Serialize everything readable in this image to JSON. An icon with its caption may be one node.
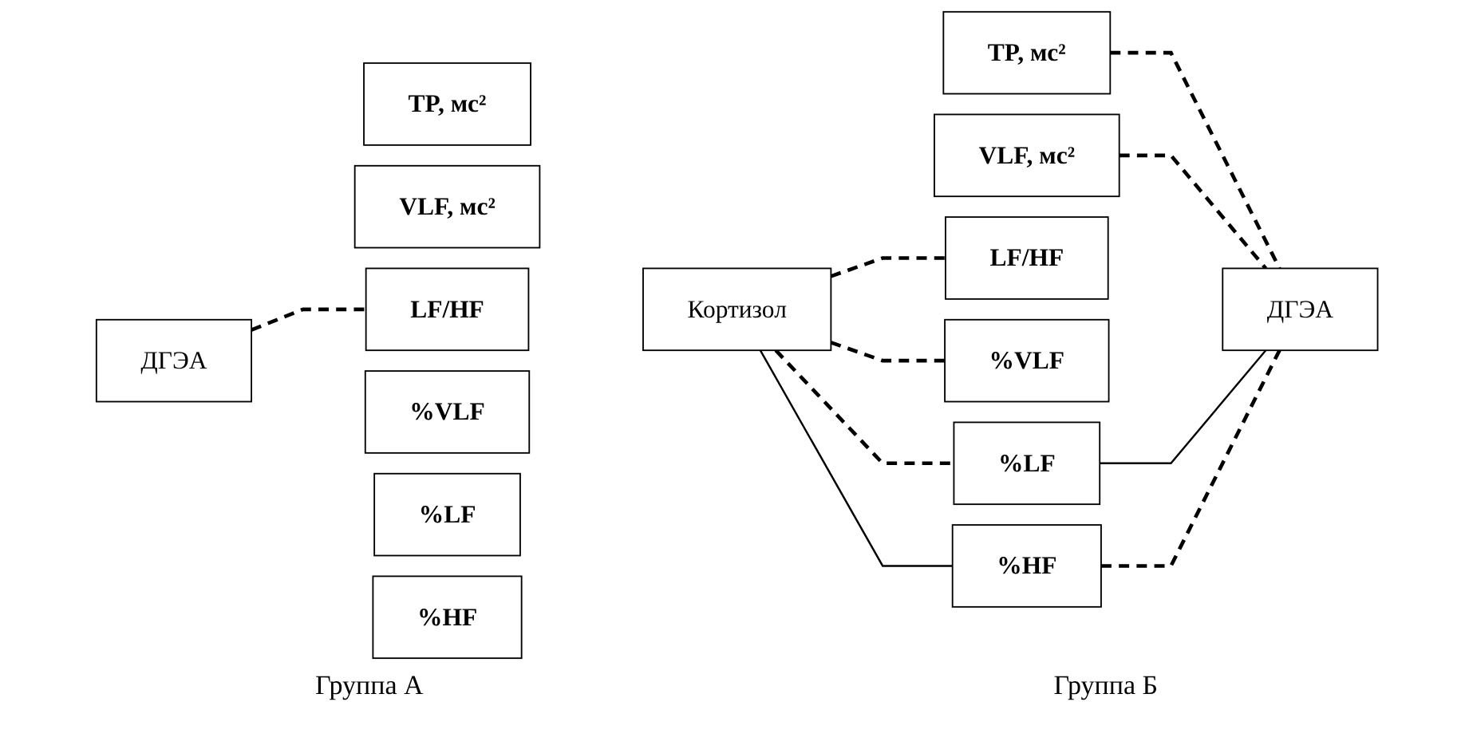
{
  "diagram": {
    "nodes": [
      {
        "text": [
          "ДГЭА"
        ]
      },
      {
        "text": [
          "TP, мс²"
        ]
      },
      {
        "text": [
          "VLF, мс²"
        ]
      },
      {
        "text": [
          "LF/HF"
        ]
      },
      {
        "text": [
          "%VLF"
        ]
      },
      {
        "text": [
          "%LF"
        ]
      },
      {
        "text": [
          "%HF"
        ]
      },
      {
        "text": [
          "Кортизол"
        ]
      },
      {
        "text": [
          "TP, мс²"
        ]
      },
      {
        "text": [
          "VLF, мс²"
        ]
      },
      {
        "text": [
          "LF/HF"
        ]
      },
      {
        "text": [
          "%VLF"
        ]
      },
      {
        "text": [
          "%LF"
        ]
      },
      {
        "text": [
          "%HF"
        ]
      },
      {
        "text": [
          "ДГЭА"
        ]
      }
    ],
    "edges": [
      {
        "from": 0,
        "to": 3,
        "arrow": "none",
        "style": "dashed"
      },
      {
        "from": 7,
        "to": 10,
        "arrow": "none",
        "style": "dashed"
      },
      {
        "from": 7,
        "to": 11,
        "arrow": "none",
        "style": "dashed"
      },
      {
        "from": 7,
        "to": 12,
        "arrow": "none",
        "style": "dashed"
      },
      {
        "from": 7,
        "to": 13,
        "arrow": "none"
      },
      {
        "from": 8,
        "to": 14,
        "arrow": "none",
        "style": "dashed"
      },
      {
        "from": 9,
        "to": 14,
        "arrow": "none",
        "style": "dashed"
      },
      {
        "from": 12,
        "to": 14,
        "arrow": "none"
      },
      {
        "from": 13,
        "to": 14,
        "arrow": "none",
        "style": "dashed"
      }
    ],
    "labels": [
      "Группа А",
      "Группа Б"
    ]
  }
}
